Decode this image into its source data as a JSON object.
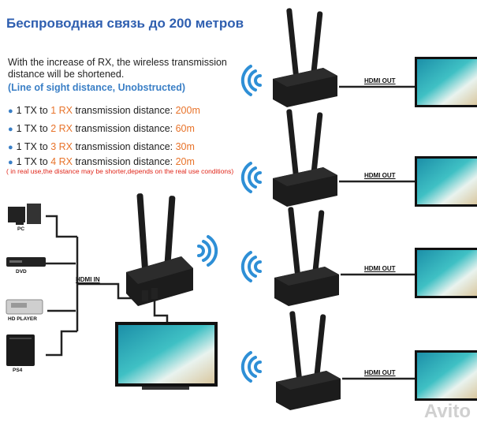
{
  "title": "Беспроводная связь до 200 метров",
  "intro": "With the increase of RX, the wireless transmission distance will be shortened.",
  "line_of_sight": "(Line of sight distance, Unobstructed)",
  "distances": [
    {
      "prefix": "1 TX to ",
      "rx": "1 RX",
      "suffix": " transmission distance: ",
      "value": "200m"
    },
    {
      "prefix": "1 TX to ",
      "rx": "2 RX",
      "suffix": " transmission distance: ",
      "value": "60m"
    },
    {
      "prefix": "1 TX to ",
      "rx": "3 RX",
      "suffix": " transmission distance: ",
      "value": "30m"
    },
    {
      "prefix": "1 TX to ",
      "rx": "4 RX",
      "suffix": " transmission distance: ",
      "value": "20m"
    }
  ],
  "note": "( in real use,the distance may be shorter,depends on the real use conditions)",
  "sources": [
    {
      "label": "PC",
      "icon": "pc-icon"
    },
    {
      "label": "DVD",
      "icon": "dvd-icon"
    },
    {
      "label": "HD PLAYER",
      "icon": "hd-player-icon"
    },
    {
      "label": "PS4",
      "icon": "ps4-icon"
    }
  ],
  "hdmi_in_label": "HDMI IN",
  "hdmi_out_label": "HDMI OUT",
  "watermark": "Avito",
  "colors": {
    "title": "#2f5fb0",
    "accent_blue": "#3a7fc6",
    "highlight_orange": "#e8732a",
    "note_red": "#e0261a",
    "device_black": "#1c1c1c"
  }
}
